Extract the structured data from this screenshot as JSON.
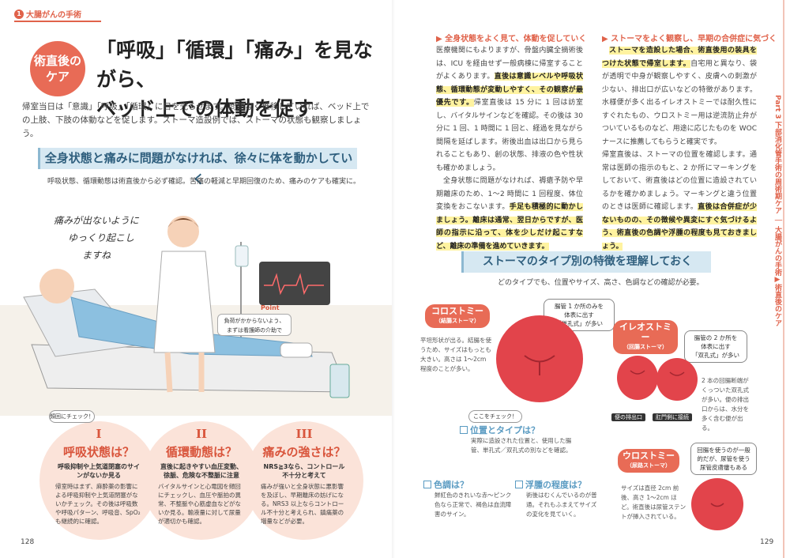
{
  "left": {
    "chapter_num": "1",
    "chapter_label": "大腸がんの手術",
    "badge_line1": "術直後の",
    "badge_line2": "ケア",
    "title_line1": "「呼吸」「循環」「痛み」を見ながら、",
    "title_line2": "ベッド上での体動を促す",
    "lead": "帰室当日は「意識」「呼吸」「循環」に目を光らせます。問題なく推移していれば、ベッド上での上肢、下肢の体動などを促します。ストーマ造設例では、ストーマの状態も観察しましょう。",
    "section_title": "全身状態と痛みに問題がなければ、徐々に体を動かしていく",
    "section_note": "呼吸状態、循環動態は術直後から必ず確認。苦痛の軽減と早期回復のため、痛みのケアも確実に。",
    "speech_1": "痛みが出ないように",
    "speech_2": "ゆっくり起こし",
    "speech_3": "ますね",
    "point_label": "Point",
    "point_text_1": "負荷がかからないよう、",
    "point_text_2": "まずは看護師の介助で",
    "check_tag": "頻回にチェック！",
    "cols": [
      {
        "roman": "I",
        "title": "呼吸状態は？",
        "sub": "呼吸抑制や上気道閉塞のサインがないか見る",
        "body": "帰室時はまず、麻酔薬の影響による呼吸抑制や上気道閉塞がないかチェック。その後は呼吸数や呼吸パターン、呼吸音、SpO₂も継続的に確認。"
      },
      {
        "roman": "II",
        "title": "循環動態は？",
        "sub": "直後に起きやすい血圧変動、徐脈、危険な不整脈に注意",
        "body": "バイタルサインと心電図を頻回にチェックし、血圧や脈拍の異常、不整脈や心筋虚血などがないか見る。輸液量に対して尿量が適切かも確認。"
      },
      {
        "roman": "III",
        "title": "痛みの強さは？",
        "sub": "NRS≧3なら、コントロール不十分と考えて",
        "body": "痛みが強いと全身状態に悪影響を及ぼし、早期離床の妨げになる。NRS3 以上ならコントロール不十分と考えられ、鎮痛薬の増量などが必要。"
      }
    ],
    "page_number": "128"
  },
  "right": {
    "sub1": "▶ 全身状態をよく見て、体動を促していく",
    "col1": [
      {
        "t": "医療機関にもよりますが、骨盤内臓全摘術後は、ICU を経由せず一般病棟に帰室することがよくあります。",
        "h": false
      },
      {
        "t": "直後は意識レベルや呼吸状態、循環動態が変動しやすく、その観察が最優先です。",
        "h": true
      },
      {
        "t": "帰室直後は 15 分に 1 回は訪室し、バイタルサインなどを確認。その後は 30 分に 1 回、1 時間に 1 回と、経過を見ながら間隔を延ばします。術後出血は出口から見られることもあり、創の状態、排液の色や性状も確かめましょう。",
        "h": false
      },
      {
        "t": "全身状態に問題がなければ、褥瘡予防や早期離床のため、1〜2 時間に 1 回程度、体位変換をおこないます。",
        "h": false
      },
      {
        "t": "手足も積極的に動かしましょう。離床は通常、翌日からですが、医師の指示に沿って、体を少しだけ起こすなど、離床の準備を進めていきます。",
        "h": true
      }
    ],
    "sub2": "▶ ストーマをよく観察し、早期の合併症に気づく",
    "col2": [
      {
        "t": "ストーマを造設した場合、術直後用の装具をつけた状態で帰室します。",
        "h": true
      },
      {
        "t": "自宅用と異なり、袋が透明で中身が観察しやすく、皮膚への刺激が少ない、排出口が広いなどの特徴があります。水様便が多く出るイレオストミーでは耐久性にすぐれたもの、ウロストミー用は逆流防止弁がついているものなど、用途に応じたものを WOC ナースに推薦してもらうと確実です。",
        "h": false
      },
      {
        "t": "帰室直後は、ストーマの位置を確認します。通常は医師の指示のもと、2 か所にマーキングをしておいて、術直後はどの位置に造設されているかを確かめましょう。マーキングと違う位置のときは医師に確認します。",
        "h": false
      },
      {
        "t": "直後は合併症が少ないものの、その徴候や異変にすぐ気づけるよう、術直後の色調や浮腫の程度も見ておきましょう。",
        "h": true
      }
    ],
    "side_tab": "Part 3 下部消化管手術の周術期ケア ｜ 大腸がんの手術▶術直後のケア",
    "stoma_title": "ストーマのタイプ別の特徴を理解しておく",
    "stoma_note": "どのタイプでも、位置やサイズ、高さ、色調などの確認が必要。",
    "colostomy": {
      "name": "コロストミー",
      "sub": "（結腸ストーマ）",
      "callout_1": "腸管 1 か所のみを",
      "callout_2": "体表に出す",
      "callout_3": "「単孔式」が多い",
      "body": "平坦形状が出る。結腸を使うため、サイズはもっとも大きい。高さは 1〜2cm 程度のことが多い。"
    },
    "ileostomy": {
      "name": "イレオストミー",
      "sub": "（回腸ストーマ）",
      "callout_1": "腸管の 2 か所を",
      "callout_2": "体表に出す",
      "callout_3": "「双孔式」が多い",
      "body": "2 本の回腸断端がくっついた双孔式が多い。便の排出口からは、水分を多く含む便が出る。",
      "label_left": "便の排出口",
      "label_right": "肛門側に接続"
    },
    "urostomy": {
      "name": "ウロストミー",
      "sub": "（尿路ストーマ）",
      "callout_1": "回腸を使うのが一般",
      "callout_2": "的だが、尿管を使う",
      "callout_3": "尿管皮膚瘻もある",
      "body": "サイズは直径 2cm 前後、高さ 1〜2cm ほど。術直後は尿管ステントが挿入されている。"
    },
    "here_tag": "ここをチェック！",
    "checks": [
      {
        "title": "位置とタイプは？",
        "body": "実際に造設された位置と、使用した腸管、単孔式／双孔式の別などを確認。"
      },
      {
        "title": "色調は？",
        "body": "鮮紅色のきれいな赤〜ピンク色なら正常で、褐色は血流障害のサイン。"
      },
      {
        "title": "浮腫の程度は？",
        "body": "術後はむくんでいるのが普通。それもふまえてサイズの変化を見ていく。"
      }
    ],
    "page_number": "129"
  },
  "colors": {
    "accent": "#e0624a",
    "band": "#d6e8f2",
    "highlight": "#fff3a0",
    "stoma": "#e2444b"
  }
}
